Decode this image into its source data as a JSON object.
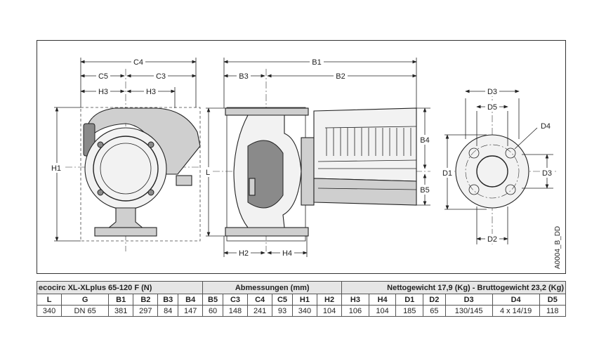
{
  "drawing": {
    "code": "A0004_B_DD",
    "labels": {
      "C4": "C4",
      "C5": "C5",
      "C3": "C3",
      "H3a": "H3",
      "H3b": "H3",
      "H1": "H1",
      "L": "L",
      "B1": "B1",
      "B3": "B3",
      "B2": "B2",
      "B4": "B4",
      "B5": "B5",
      "H2": "H2",
      "H4": "H4",
      "D3top": "D3",
      "D5": "D5",
      "D4": "D4",
      "D1": "D1",
      "D3side": "D3",
      "D2": "D2"
    }
  },
  "table": {
    "model": "ecocirc XL-XLplus 65-120 F (N)",
    "section": "Abmessungen (mm)",
    "net_label": "Nettogewicht",
    "net_value": "17,9 (Kg)",
    "sep": " - ",
    "gross_label": "Bruttogewicht",
    "gross_value": "23,2 (Kg)",
    "headers": [
      "L",
      "G",
      "B1",
      "B2",
      "B3",
      "B4",
      "B5",
      "C3",
      "C4",
      "C5",
      "H1",
      "H2",
      "H3",
      "H4",
      "D1",
      "D2",
      "D3",
      "D4",
      "D5"
    ],
    "values": [
      "340",
      "DN 65",
      "381",
      "297",
      "84",
      "147",
      "60",
      "148",
      "241",
      "93",
      "340",
      "104",
      "106",
      "104",
      "185",
      "65",
      "130/145",
      "4 x 14/19",
      "118"
    ]
  }
}
